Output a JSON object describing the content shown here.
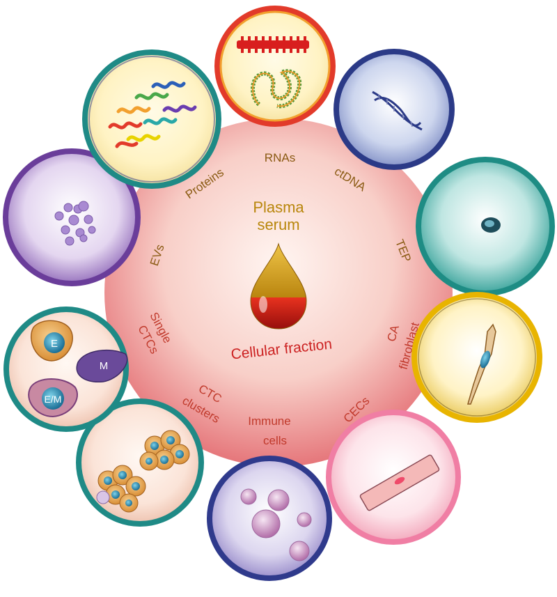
{
  "center": {
    "top_label_line1": "Plasma",
    "top_label_line2": "serum",
    "bottom_label": "Cellular fraction",
    "colors": {
      "plasma_gold": "#b8860b",
      "cellular_red": "#cc2222",
      "disc_outer": "#e8787c",
      "disc_inner": "#fde7e1"
    }
  },
  "components": [
    {
      "id": "rnas",
      "label": "RNAs",
      "icon": "rna-strand-icon",
      "ring_color": "#e23a2a"
    },
    {
      "id": "ctdna",
      "label": "ctDNA",
      "icon": "dna-helix-icon",
      "ring_color": "#2b3a87"
    },
    {
      "id": "tep",
      "label": "TEP",
      "icon": "platelet-icon",
      "ring_color": "#1e8c84"
    },
    {
      "id": "ca-fibroblast",
      "label_line1": "CA",
      "label_line2": "fibroblast",
      "icon": "fibroblast-icon",
      "ring_color": "#e8b400"
    },
    {
      "id": "cecs",
      "label": "CECs",
      "icon": "endothelial-cell-icon",
      "ring_color": "#f07ea4"
    },
    {
      "id": "immune-cells",
      "label_line1": "Immune",
      "label_line2": "cells",
      "icon": "immune-cells-icon",
      "ring_color": "#2f3a8c"
    },
    {
      "id": "ctc-clusters",
      "label_line1": "CTC",
      "label_line2": "clusters",
      "icon": "ctc-cluster-icon",
      "ring_color": "#1f8a86"
    },
    {
      "id": "single-ctcs",
      "label_line1": "Single",
      "label_line2": "CTCs",
      "icon": "single-ctc-icon",
      "ring_color": "#1f8a86",
      "cell_tags": {
        "epithelial": "E",
        "mesenchymal": "M",
        "hybrid": "E/M"
      }
    },
    {
      "id": "evs",
      "label": "EVs",
      "icon": "extracellular-vesicles-icon",
      "ring_color": "#6a3d9a"
    },
    {
      "id": "proteins",
      "label": "Proteins",
      "icon": "protein-structure-icon",
      "ring_color": "#1f8a86"
    }
  ]
}
